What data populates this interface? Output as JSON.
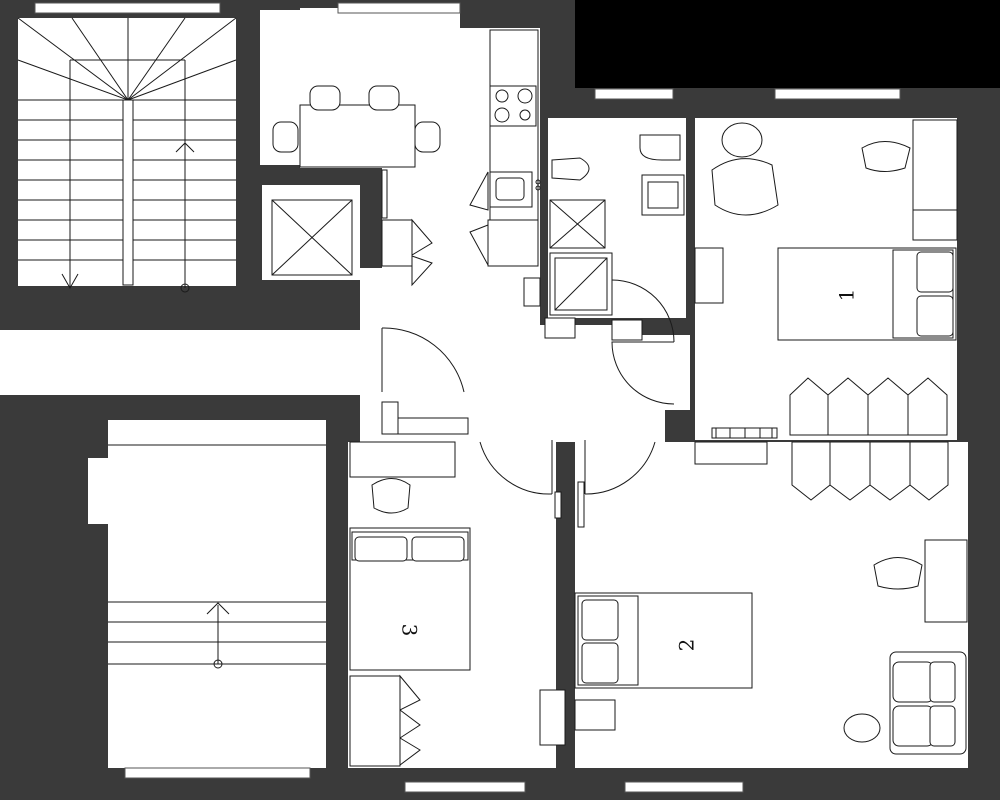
{
  "rooms": [
    {
      "id": "bedroom-1",
      "label": "1"
    },
    {
      "id": "bedroom-2",
      "label": "2"
    },
    {
      "id": "bedroom-3",
      "label": "3"
    }
  ],
  "colors": {
    "background": "#000000",
    "wall": "#3a3a3a",
    "floor": "#ffffff",
    "line": "#1a1a1a"
  }
}
